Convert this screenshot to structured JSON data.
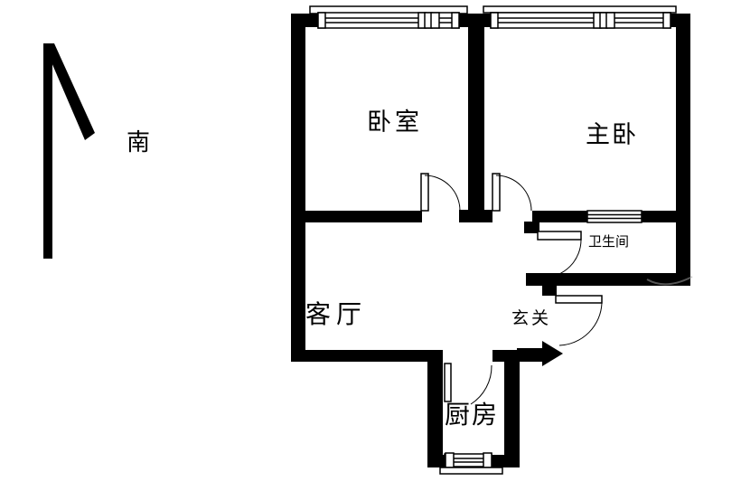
{
  "compass": {
    "south_label": "南"
  },
  "rooms": {
    "bedroom": {
      "label": "卧室"
    },
    "master_bedroom": {
      "label": "主卧"
    },
    "bathroom": {
      "label": "卫生间"
    },
    "living_room": {
      "label": "客厅"
    },
    "foyer": {
      "label": "玄关"
    },
    "kitchen": {
      "label": "厨房"
    }
  },
  "colors": {
    "wall": "#000000",
    "background": "#ffffff",
    "line": "#000000",
    "smudge": "#9a9a9a"
  }
}
